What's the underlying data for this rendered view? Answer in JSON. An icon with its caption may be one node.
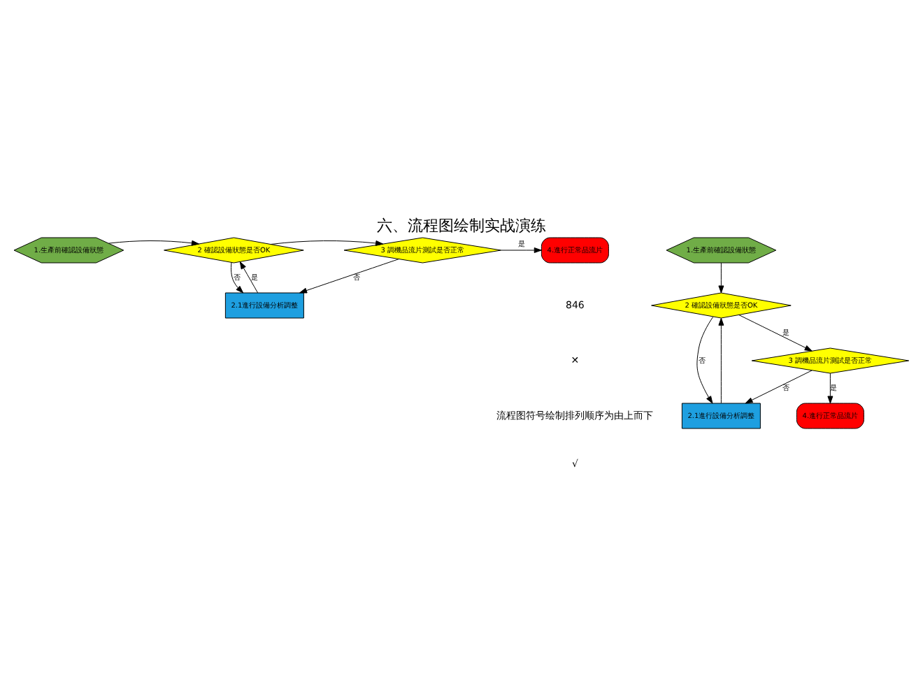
{
  "diagram": {
    "title": "六、流程图绘制实战演练",
    "nodes": [
      {
        "text": [
          "1.生產前確認設備狀態"
        ]
      },
      {
        "text": [
          "2.1進行設備分析調整"
        ]
      },
      {
        "text": [
          "2 確認設備狀態是否OK"
        ]
      },
      {
        "text": [
          "3 調機品流片測試是否正常"
        ]
      },
      {
        "text": [
          "4.進行正常品流片"
        ]
      },
      {
        "text": [
          "1.生產前確認設備狀態"
        ]
      },
      {
        "text": [
          "2 確認設備狀態是否OK"
        ]
      },
      {
        "text": [
          "2.1進行設備分析調整"
        ]
      },
      {
        "text": [
          "3 調機品流片測試是否正常"
        ]
      },
      {
        "text": [
          "4.進行正常品流片"
        ]
      }
    ],
    "edges": [
      {
        "from": 0,
        "to": 2,
        "arrow": "to"
      },
      {
        "from": 2,
        "to": 3,
        "arrow": "to"
      },
      {
        "from": 3,
        "to": 4,
        "label": "是",
        "arrow": "to"
      },
      {
        "from": 2,
        "to": 1,
        "label": "否",
        "arrow": "to"
      },
      {
        "from": 3,
        "to": 1,
        "label": "否",
        "arrow": "to"
      },
      {
        "from": 1,
        "to": 2,
        "label": "是",
        "arrow": "to"
      },
      {
        "from": 5,
        "to": 6,
        "arrow": "to"
      },
      {
        "from": 6,
        "to": 7,
        "label": "否",
        "arrow": "to"
      },
      {
        "from": 7,
        "to": 6,
        "arrow": "to"
      },
      {
        "from": 6,
        "to": 8,
        "label": "是",
        "arrow": "to"
      },
      {
        "from": 8,
        "to": 7,
        "label": "否",
        "arrow": "to"
      },
      {
        "from": 8,
        "to": 9,
        "label": "是",
        "arrow": "to"
      }
    ],
    "labels": [
      "846",
      "✕",
      "流程图符号绘制排列顺序为由上而下",
      "√"
    ]
  }
}
